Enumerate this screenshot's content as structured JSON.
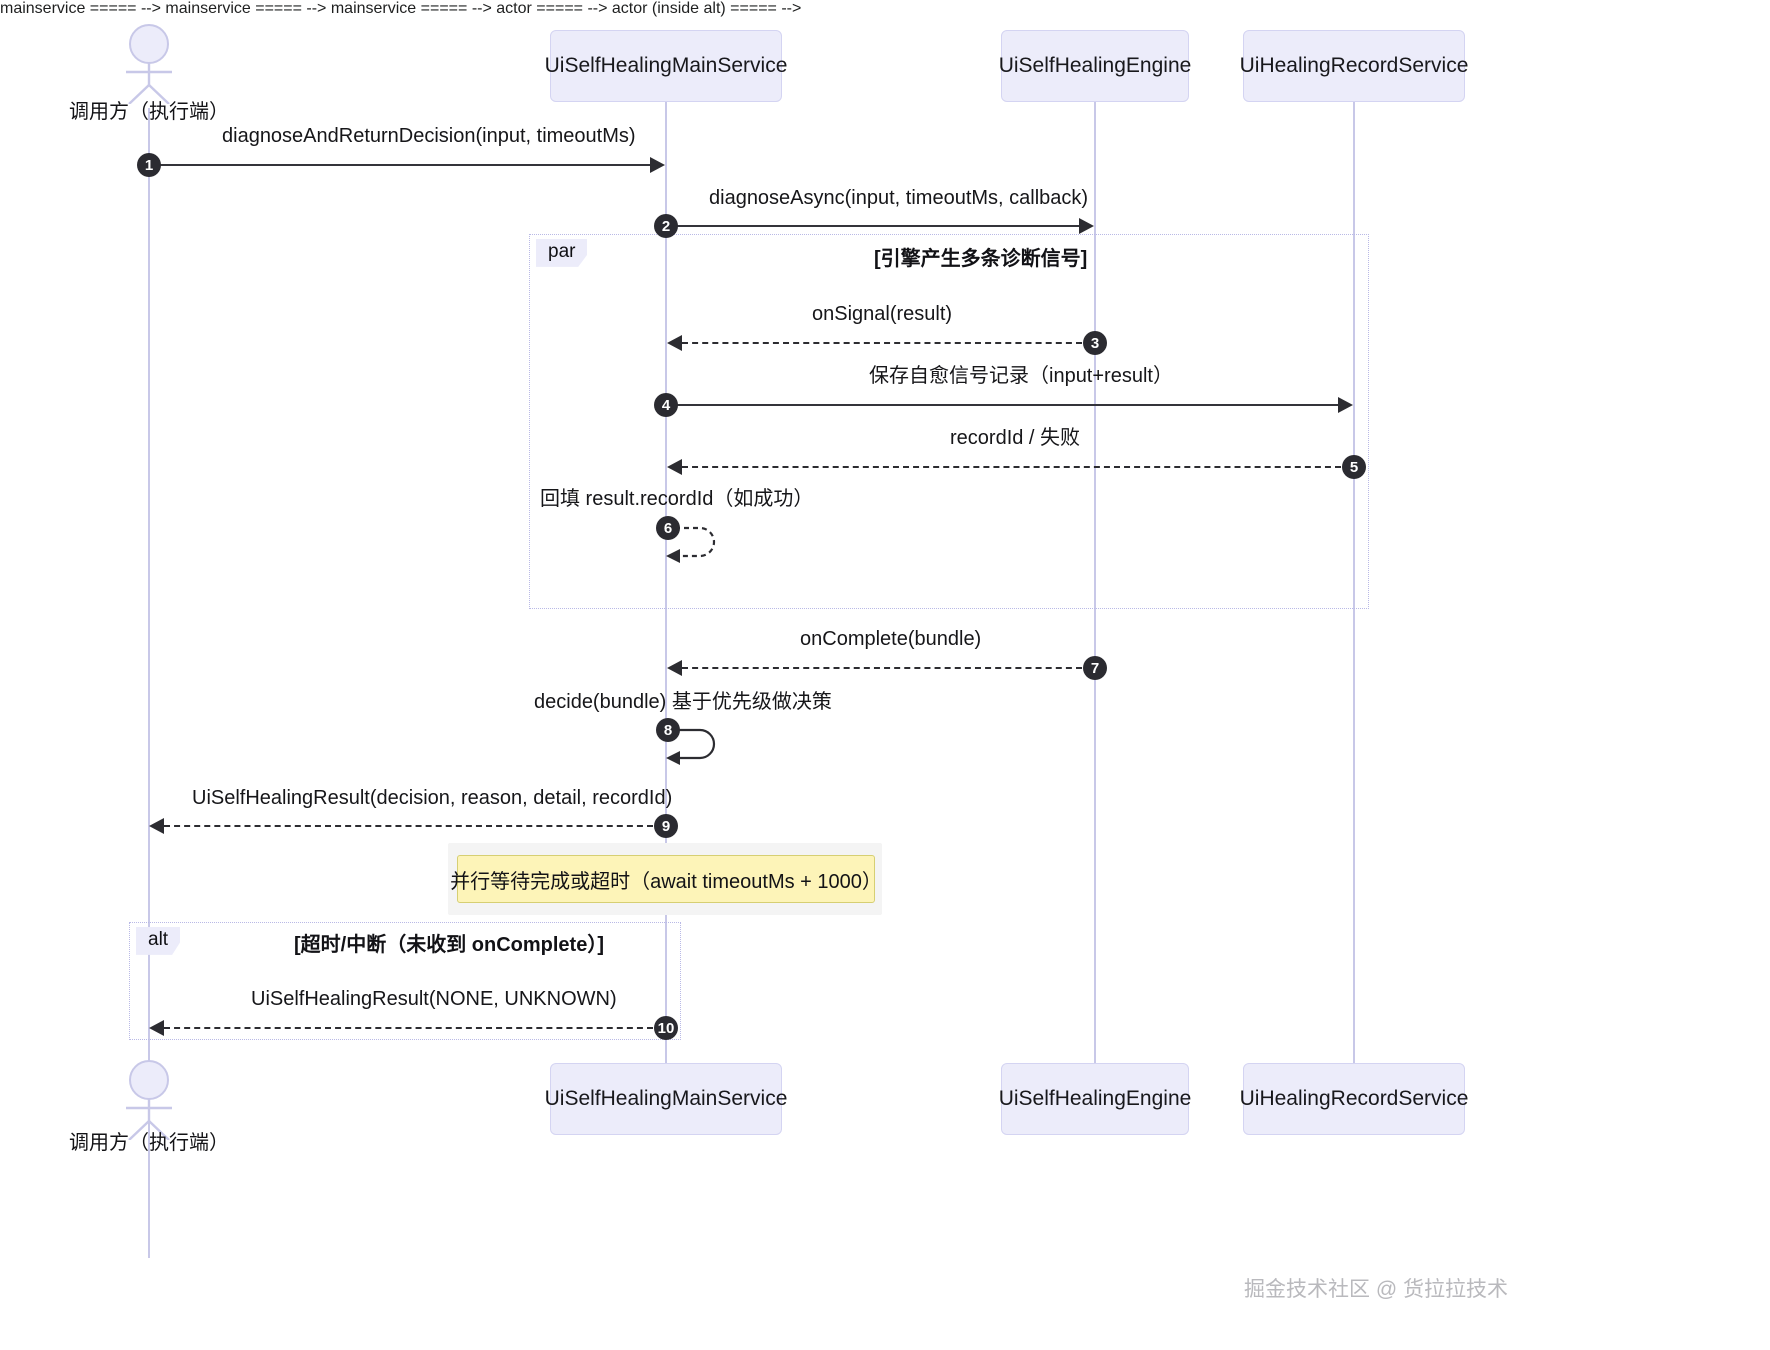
{
  "diagram": {
    "type": "sequence-diagram",
    "title_absent": true,
    "colors": {
      "participant_fill": "#ececfa",
      "participant_border": "#d4d4f2",
      "lifeline": "#c8c8e8",
      "arrow": "#2c2c31",
      "seq_badge": "#2b2b31",
      "note_fill": "#fdf4b8",
      "note_border": "#d6cf73",
      "fragment_border": "#b9b9e6",
      "fragment_tag_fill": "#ececfa",
      "watermark": "#b9b9bd"
    }
  },
  "participants": {
    "actor": {
      "label": "调用方（执行端）",
      "icon": "actor-stick-figure"
    },
    "boxes": [
      {
        "label": "UiSelfHealingMainService"
      },
      {
        "label": "UiSelfHealingEngine"
      },
      {
        "label": "UiHealingRecordService"
      }
    ],
    "bottom_boxes": [
      {
        "label": "UiSelfHealingMainService"
      },
      {
        "label": "UiSelfHealingEngine"
      },
      {
        "label": "UiHealingRecordService"
      }
    ],
    "bottom_actor_label": "调用方（执行端）"
  },
  "fragments": [
    {
      "kind": "par",
      "tag": "par",
      "condition": "[引擎产生多条诊断信号]"
    },
    {
      "kind": "alt",
      "tag": "alt",
      "condition": "[超时/中断（未收到 onComplete）]"
    }
  ],
  "messages": [
    {
      "num": "1",
      "label": "diagnoseAndReturnDecision(input, timeoutMs)",
      "style": "solid",
      "dir": "right"
    },
    {
      "num": "2",
      "label": "diagnoseAsync(input, timeoutMs, callback)",
      "style": "solid",
      "dir": "right"
    },
    {
      "num": "3",
      "label": "onSignal(result)",
      "style": "dashed",
      "dir": "left"
    },
    {
      "num": "4",
      "label": "保存自愈信号记录（input+result）",
      "style": "solid",
      "dir": "right"
    },
    {
      "num": "5",
      "label": "recordId / 失败",
      "style": "dashed",
      "dir": "left"
    },
    {
      "num": "6",
      "label": "回填 result.recordId（如成功）",
      "style": "dashed",
      "dir": "self"
    },
    {
      "num": "7",
      "label": "onComplete(bundle)",
      "style": "dashed",
      "dir": "left"
    },
    {
      "num": "8",
      "label": "decide(bundle) 基于优先级做决策",
      "style": "solid",
      "dir": "self"
    },
    {
      "num": "9",
      "label": "UiSelfHealingResult(decision, reason, detail, recordId)",
      "style": "dashed",
      "dir": "left"
    },
    {
      "num": "10",
      "label": "UiSelfHealingResult(NONE, UNKNOWN)",
      "style": "dashed",
      "dir": "left"
    }
  ],
  "notes": [
    {
      "text": "并行等待完成或超时（await timeoutMs + 1000）"
    }
  ],
  "watermark": {
    "text": "掘金技术社区 @ 货拉拉技术"
  }
}
